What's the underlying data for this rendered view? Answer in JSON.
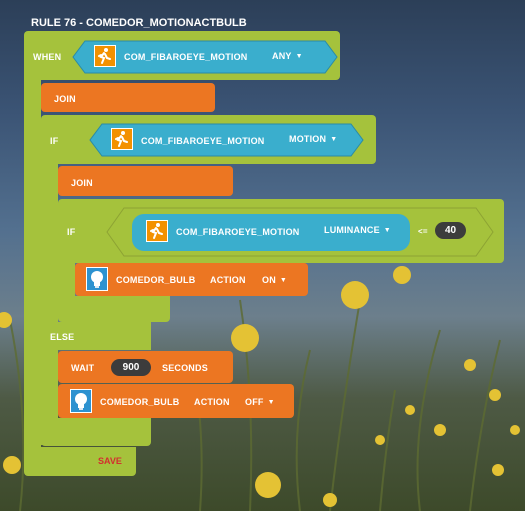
{
  "rule": {
    "title": "RULE 76 - COMEDOR_MOTIONACTBULB"
  },
  "when_block": {
    "label": "WHEN",
    "device": "COM_FIBAROEYE_MOTION",
    "condition": "ANY",
    "device_icon": "motion-sensor-icon"
  },
  "join1": {
    "label": "JOIN"
  },
  "if1": {
    "label": "IF",
    "device": "COM_FIBAROEYE_MOTION",
    "condition": "MOTION",
    "device_icon": "motion-sensor-icon"
  },
  "join2": {
    "label": "JOIN"
  },
  "if2": {
    "label": "IF",
    "device": "COM_FIBAROEYE_MOTION",
    "property": "LUMINANCE",
    "operator": "<=",
    "value": "40",
    "device_icon": "motion-sensor-icon"
  },
  "action_on": {
    "device": "COMEDOR_BULB",
    "action_label": "ACTION",
    "value": "ON",
    "device_icon": "bulb-icon"
  },
  "else_block": {
    "label": "ELSE"
  },
  "wait_block": {
    "label": "WAIT",
    "value": "900",
    "unit": "SECONDS"
  },
  "action_off": {
    "device": "COMEDOR_BULB",
    "action_label": "ACTION",
    "value": "OFF",
    "device_icon": "bulb-icon"
  },
  "save": {
    "label": "SAVE"
  },
  "colors": {
    "green": "#a5c23c",
    "orange": "#ec7622",
    "teal": "#3aaecd",
    "value_box": "#3c3c3c",
    "save": "#d32f2f"
  }
}
